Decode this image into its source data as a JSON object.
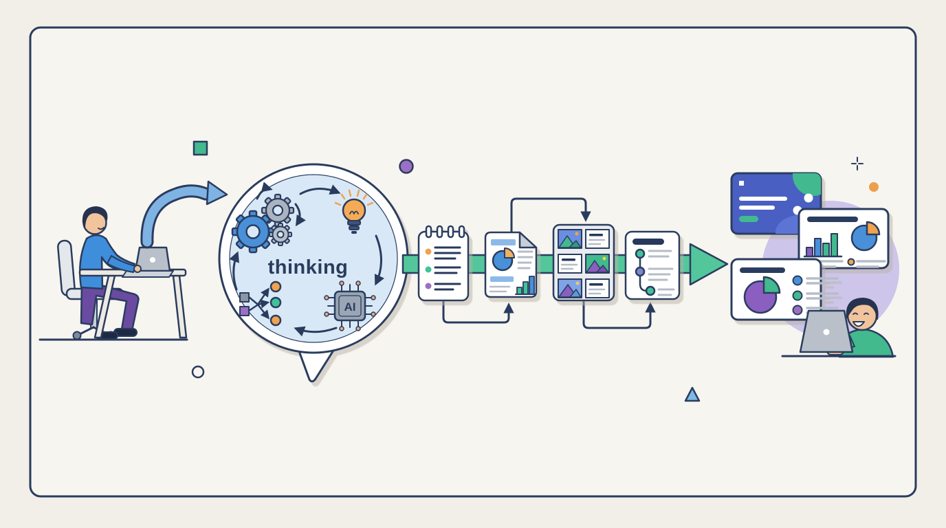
{
  "illustration": {
    "description": "Workflow illustration: a person at a laptop sends ideas into an AI thinking bubble, which produces documents flowing to dashboards viewed by another person",
    "bubble_text": "thinking",
    "chip_text": "AI"
  },
  "palette": {
    "background": "#f2efe9",
    "canvas": "#f7f5f0",
    "outline": "#2a3c5e",
    "blue": "#4a90d9",
    "royal_blue_card": "#4a5fc1",
    "green": "#43b98e",
    "process_bar_green": "#53c79b",
    "purple": "#8a5fc0",
    "lavender_blob": "#cdc5ea",
    "orange": "#f0a24f",
    "bubble_fill": "#d9e8f6",
    "light_blue_arrow": "#7fb3e3"
  },
  "icons": {
    "left_scene": [
      "person-at-laptop-icon",
      "office-chair-icon",
      "desk-icon",
      "curved-arrow-icon"
    ],
    "thought_bubble": [
      "gears-icon",
      "lightbulb-icon",
      "ai-chip-icon",
      "branch-diagram-icon",
      "cycle-arrows-icon"
    ],
    "documents": [
      "notes-document-icon",
      "report-document-icon",
      "image-grid-document-icon",
      "timeline-document-icon"
    ],
    "flow": [
      "process-arrow-icon",
      "connector-arrows-icon"
    ],
    "right_scene": [
      "blue-dashboard-card-icon",
      "bar-pie-analytics-card-icon",
      "pie-legend-analytics-card-icon",
      "person-at-laptop-icon"
    ],
    "decor": [
      "green-square-icon",
      "purple-dot-icon",
      "outline-circle-icon",
      "blue-triangle-icon",
      "orange-dot-icon",
      "crosshair-icon"
    ]
  }
}
